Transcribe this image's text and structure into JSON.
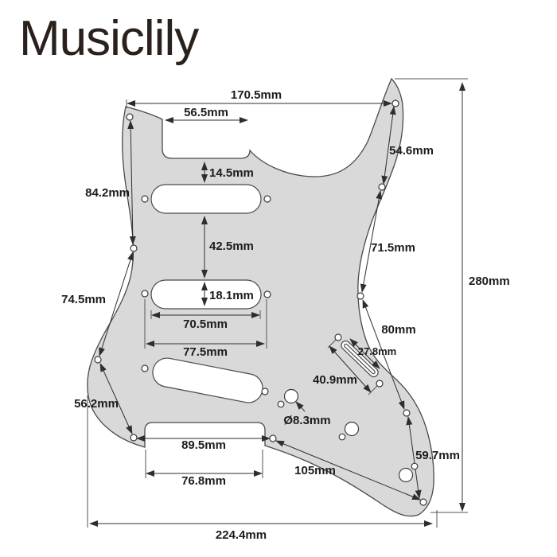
{
  "logo": "Musiclily",
  "diagram": {
    "unit": "mm",
    "dims": {
      "top_width": "170.5mm",
      "notch_width": "56.5mm",
      "neck_gap": "14.5mm",
      "upper_left": "84.2mm",
      "pickup_gap": "42.5mm",
      "pickup_height": "18.1mm",
      "pickup_width": "70.5mm",
      "screw_span": "77.5mm",
      "mid_left": "74.5mm",
      "lower_left": "56.2mm",
      "bridge_top": "89.5mm",
      "bridge_width": "76.8mm",
      "bottom_diag": "105mm",
      "upper_right": "54.6mm",
      "right_span": "71.5mm",
      "lower_right": "80mm",
      "slot_length": "27.8mm",
      "switch_span": "40.9mm",
      "pot_dia": "Ø8.3mm",
      "height": "280mm",
      "width": "224.4mm",
      "lower_tip": "59.7mm"
    }
  },
  "colors": {
    "pickguard_fill": "#d9d9d9",
    "outline": "#4a4a4a",
    "dimension_line": "#2e2e2e",
    "label_text": "#1c1c1c",
    "logo_text": "#2a201c",
    "background": "#ffffff"
  }
}
